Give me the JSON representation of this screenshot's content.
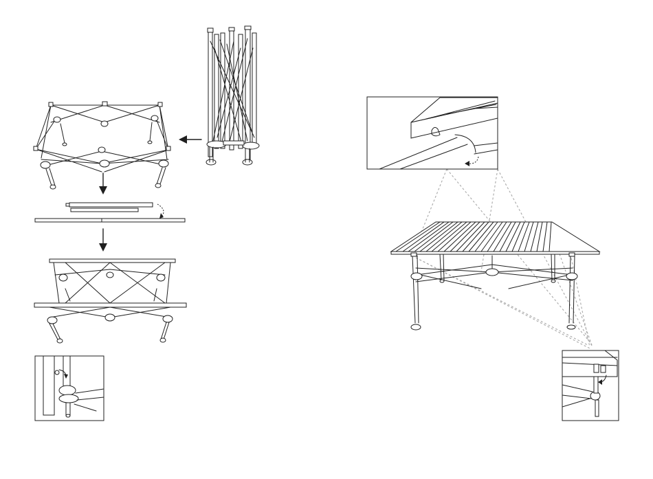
{
  "figure": {
    "steps": [
      {
        "id": "folded-bundle",
        "description_visible": false
      },
      {
        "id": "frame-expanded"
      },
      {
        "id": "slat-roll-insert"
      },
      {
        "id": "frame-with-top"
      },
      {
        "id": "leg-lock-detail"
      }
    ],
    "assembled_table": {
      "details": [
        "top-edge-clip-detail",
        "corner-clip-detail"
      ]
    },
    "colors": {
      "line": "#1f1f1f",
      "guide": "#a8a8a8",
      "background": "#ffffff"
    }
  }
}
